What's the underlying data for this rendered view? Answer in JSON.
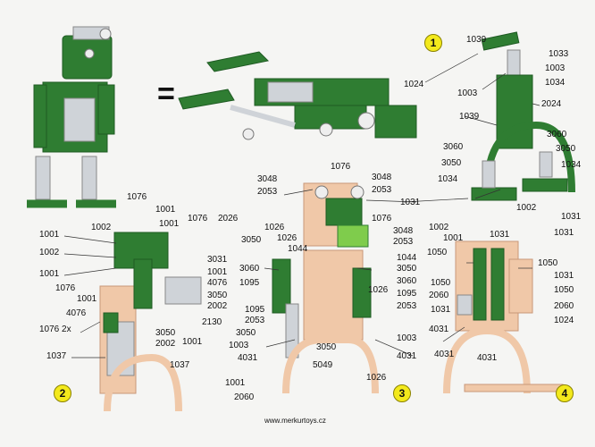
{
  "colors": {
    "green": "#2f7d32",
    "green_dark": "#1f5a23",
    "peach": "#f0c8a8",
    "peach_dark": "#c99779",
    "steel": "#cfd3d8",
    "badge_yellow": "#f3e91c"
  },
  "equals_sign": "=",
  "steps": [
    "1",
    "2",
    "3",
    "4"
  ],
  "step1_labels": [
    "1039",
    "1033",
    "1003",
    "1024",
    "1003",
    "1034",
    "2024",
    "1039",
    "3060",
    "3060",
    "3050",
    "3050",
    "1034",
    "1034",
    "1031",
    "1002",
    "1002",
    "1031",
    "1001",
    "1031",
    "1031"
  ],
  "step2_labels": [
    "1076",
    "1001",
    "1002",
    "1001",
    "1076",
    "2026",
    "1001",
    "1002",
    "1001",
    "3031",
    "1001",
    "1076",
    "4076",
    "1001",
    "3050",
    "4076",
    "2002",
    "2130",
    "1076 2x",
    "3050",
    "2002",
    "1001",
    "1037",
    "1037"
  ],
  "step3_labels": [
    "1076",
    "3048",
    "3048",
    "2053",
    "2053",
    "1026",
    "3050",
    "1026",
    "1044",
    "1076",
    "3048",
    "2053",
    "1044",
    "3060",
    "3050",
    "1095",
    "3060",
    "1026",
    "1095",
    "1095",
    "2053",
    "2053",
    "3050",
    "1003",
    "1003",
    "4031",
    "3050",
    "5049",
    "4031",
    "1001",
    "1026",
    "2060"
  ],
  "step4_labels": [
    "1050",
    "1050",
    "1031",
    "1050",
    "1050",
    "2060",
    "2060",
    "1031",
    "1024",
    "4031",
    "4031",
    "4031"
  ],
  "footer": "www.merkurtoys.cz"
}
